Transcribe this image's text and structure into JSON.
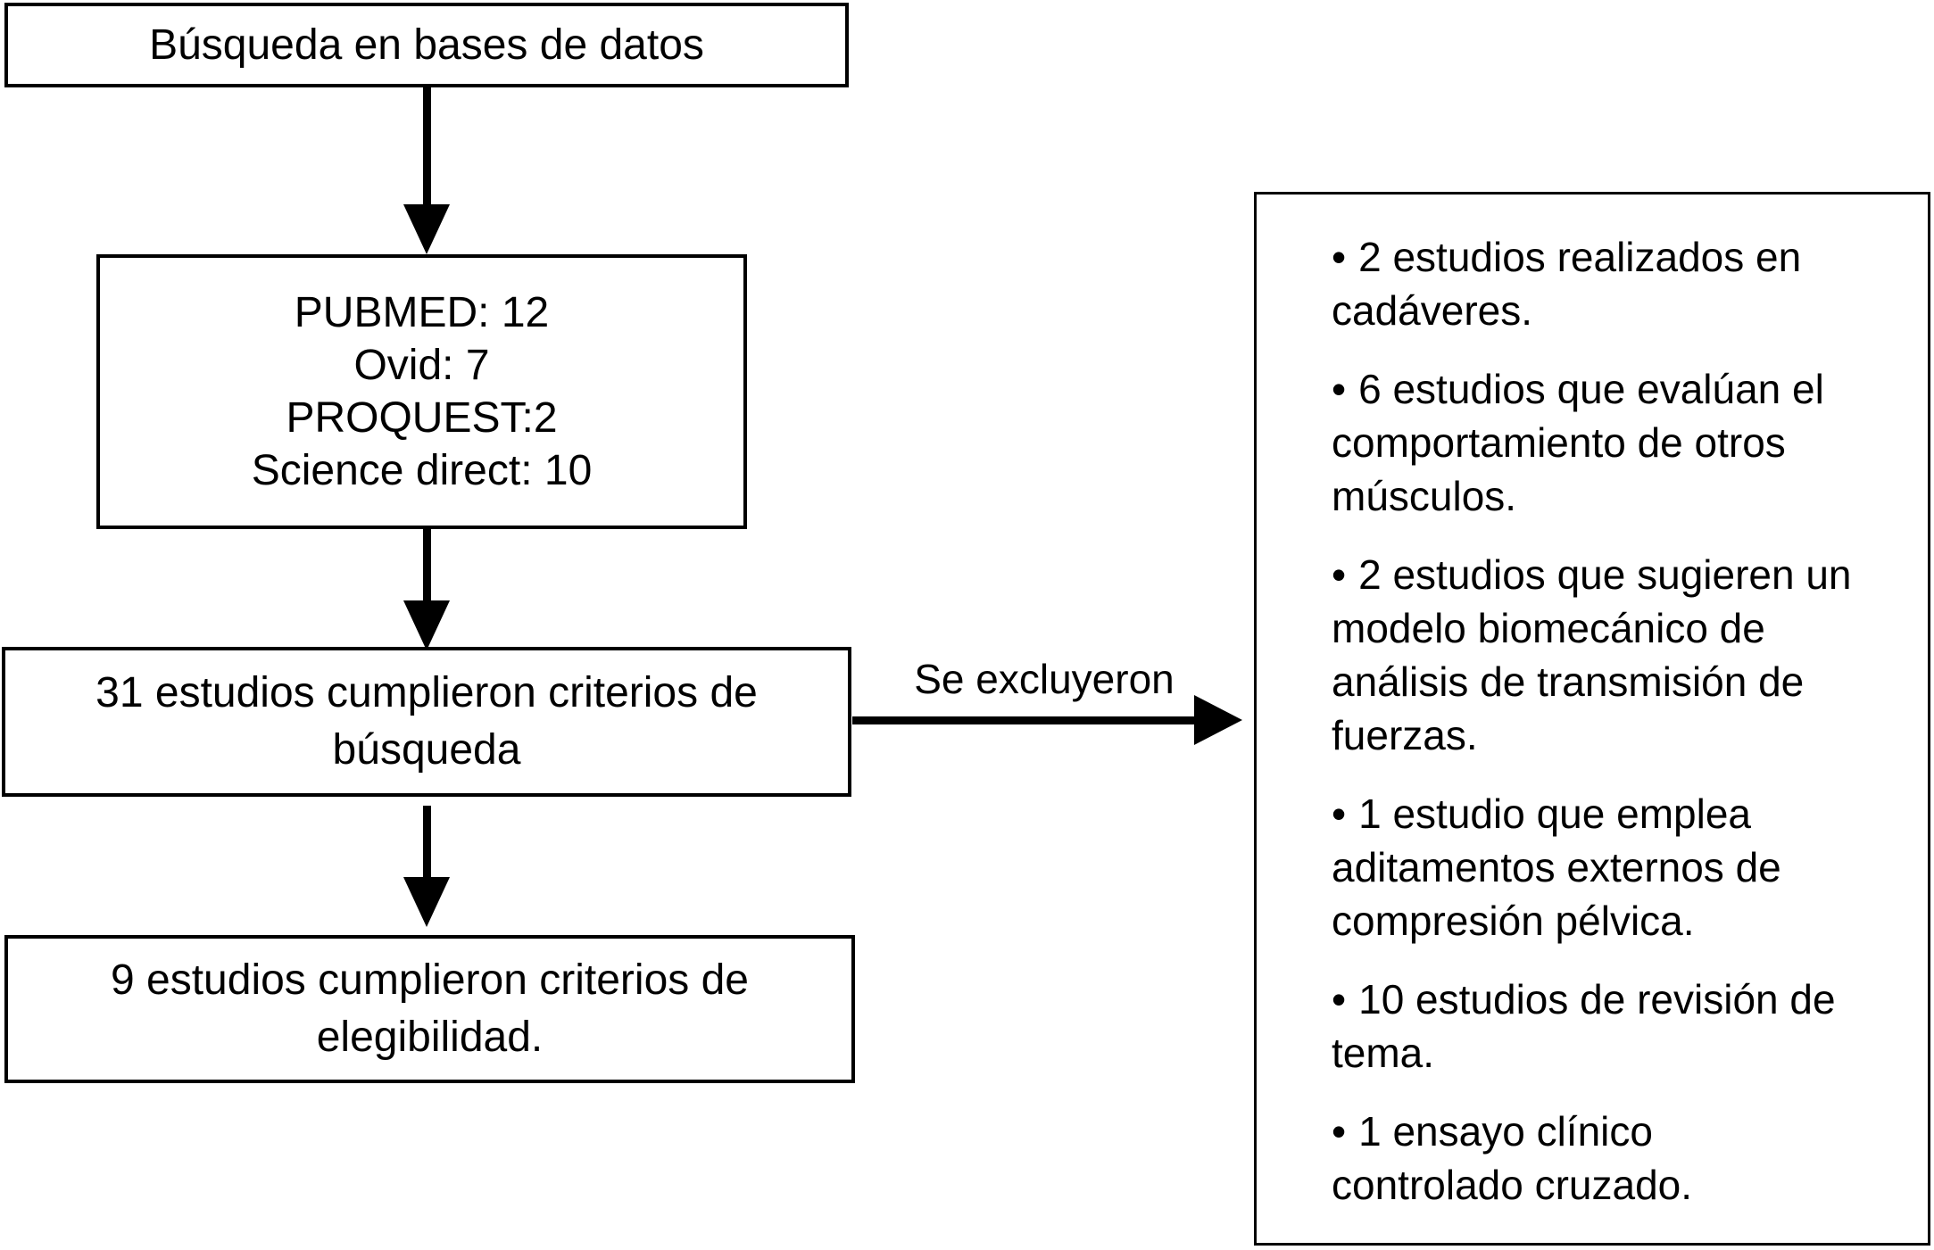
{
  "diagram": {
    "colors": {
      "line": "#000000",
      "background": "#ffffff",
      "text": "#000000"
    },
    "search_box": {
      "text": "Búsqueda en bases de datos"
    },
    "databases_box": {
      "lines": [
        "PUBMED: 12",
        "Ovid: 7",
        "PROQUEST:2",
        "Science direct: 10"
      ]
    },
    "criteria_box": {
      "text": "31 estudios cumplieron criterios de\nbúsqueda"
    },
    "eligibility_box": {
      "text": "9 estudios cumplieron criterios de\nelegibilidad."
    },
    "exclusion_arrow": {
      "label": "Se excluyeron"
    },
    "exclusions_box": {
      "bullet": "•",
      "items": [
        "2 estudios realizados en\ncadáveres.",
        "6 estudios que evalúan el\ncomportamiento de otros\nmúsculos.",
        "2 estudios que sugieren un\nmodelo biomecánico de\nanálisis de transmisión de\nfuerzas.",
        "1 estudio que emplea\naditamentos externos de\ncompresión pélvica.",
        "10 estudios de revisión de\ntema.",
        "1 ensayo clínico\ncontrolado cruzado."
      ]
    }
  }
}
